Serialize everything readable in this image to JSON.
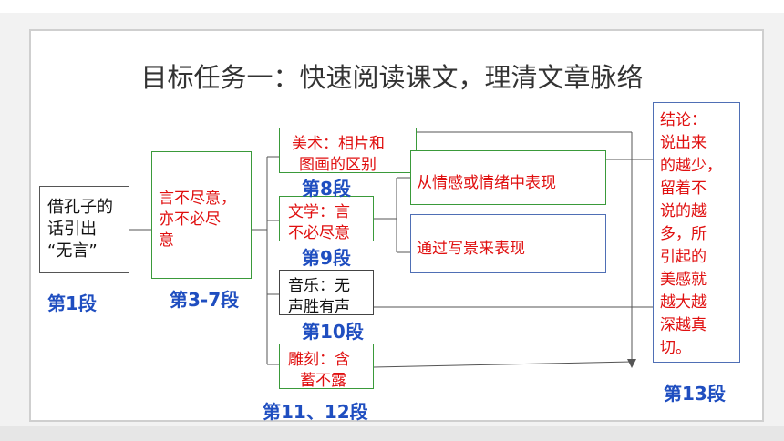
{
  "title": "目标任务一：快速阅读课文，理清文章脉络",
  "boxes": {
    "intro": {
      "lines": [
        "借孔子的",
        "话引出",
        "“无言”"
      ]
    },
    "theme": {
      "lines": [
        "言不尽意，",
        "亦不必尽",
        "意"
      ]
    },
    "art": {
      "lines": [
        "美术：相片和",
        "图画的区别"
      ]
    },
    "literature": {
      "lines": [
        "文学：言",
        "不必尽意"
      ]
    },
    "music": {
      "lines": [
        "音乐：无",
        "声胜有声"
      ]
    },
    "sculpture": {
      "lines": [
        "雕刻：含",
        "蓄不露"
      ]
    },
    "emotion": {
      "text": "从情感或情绪中表现"
    },
    "scenery": {
      "text": "通过写景来表现"
    },
    "conclusion": {
      "lines": [
        "结论：",
        "说出来",
        "的越少，",
        "留着不",
        "说的越",
        "多，所",
        "引起的",
        "美感就",
        "越大越",
        "深越真",
        "切。"
      ]
    }
  },
  "sections": {
    "s1": "第1段",
    "s3_7": "第3-7段",
    "s8": "第8段",
    "s9": "第9段",
    "s10": "第10段",
    "s11_12": "第11、12段",
    "s13": "第13段"
  },
  "colors": {
    "red_text": "#e01010",
    "blue_text": "#1f4ec0",
    "green_border": "#3a9a3a",
    "blue_border": "#4f6fb5"
  }
}
